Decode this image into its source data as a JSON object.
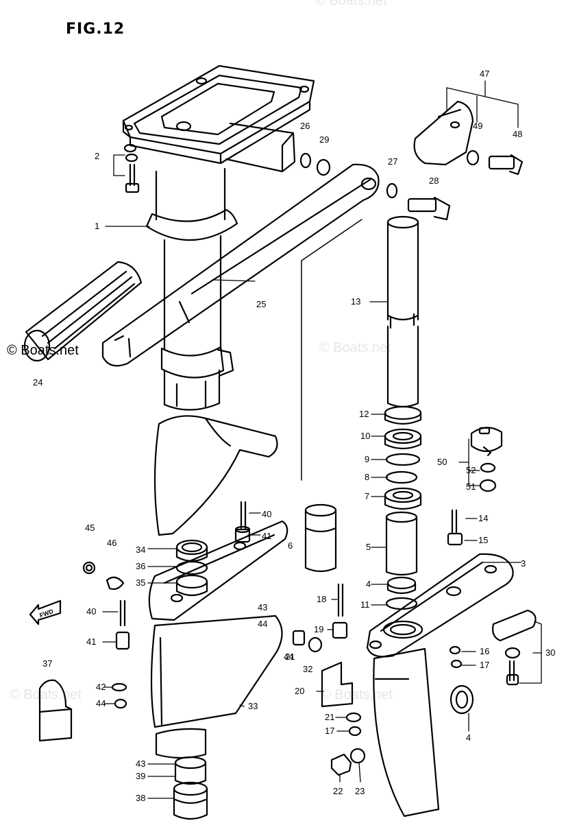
{
  "title": "FIG.12",
  "watermarks": [
    {
      "text": "© Boats.net",
      "faint": false
    },
    {
      "text": "© Boats.net",
      "faint": true
    },
    {
      "text": "© Boats.net",
      "faint": true
    },
    {
      "text": "© Boats.net",
      "faint": true
    },
    {
      "text": "© Boats.net",
      "faint": true
    }
  ],
  "callouts": [
    "1",
    "2",
    "3",
    "4",
    "4",
    "5",
    "6",
    "7",
    "8",
    "9",
    "10",
    "11",
    "12",
    "13",
    "14",
    "15",
    "16",
    "17",
    "17",
    "18",
    "19",
    "20",
    "21",
    "21",
    "22",
    "23",
    "24",
    "25",
    "26",
    "27",
    "28",
    "29",
    "30",
    "32",
    "33",
    "34",
    "35",
    "36",
    "37",
    "38",
    "39",
    "40",
    "40",
    "41",
    "41",
    "42",
    "43",
    "43",
    "44",
    "44",
    "44",
    "45",
    "46",
    "47",
    "48",
    "49",
    "50",
    "51",
    "52"
  ],
  "fwd_label": "FWD",
  "colors": {
    "ink": "#000000",
    "paper": "#ffffff",
    "watermark": "#e6e6e6"
  }
}
